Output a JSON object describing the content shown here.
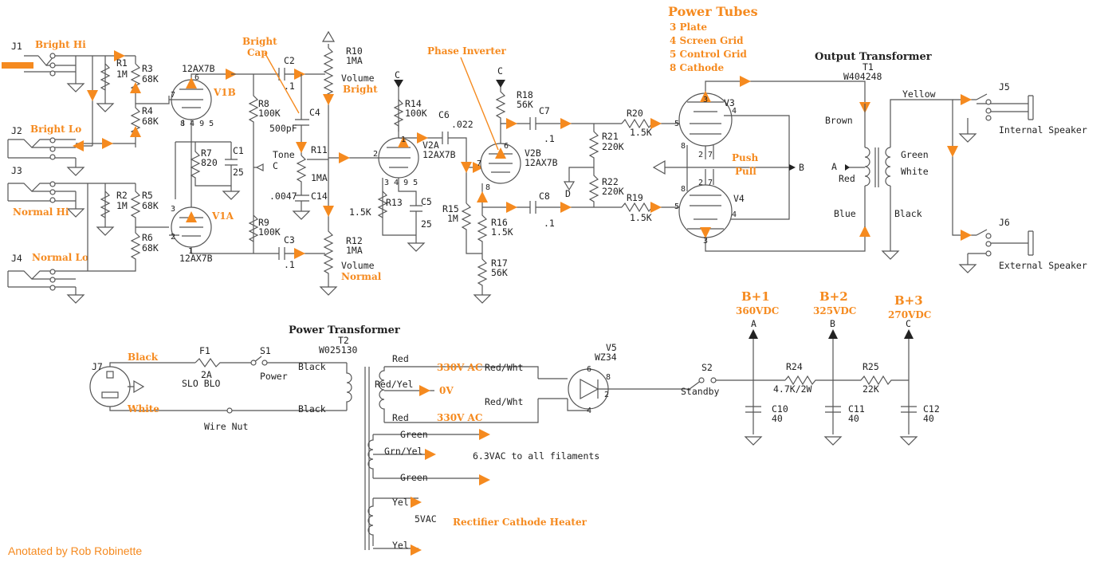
{
  "jacks": {
    "j1": "J1",
    "j2": "J2",
    "j3": "J3",
    "j4": "J4",
    "j5": "J5",
    "j6": "J6",
    "j7": "J7",
    "bright_hi": "Bright Hi",
    "bright_lo": "Bright Lo",
    "normal_hi": "Normal Hi",
    "normal_lo": "Normal Lo",
    "internal_speaker": "Internal Speaker",
    "external_speaker": "External Speaker"
  },
  "preamp": {
    "r1": "R1",
    "r1v": "1M",
    "r2": "R2",
    "r2v": "1M",
    "r3": "R3",
    "r3v": "68K",
    "r4": "R4",
    "r4v": "68K",
    "r5": "R5",
    "r5v": "68K",
    "r6": "R6",
    "r6v": "68K",
    "v1b": "V1B",
    "v1a": "V1A",
    "v1b_type": "12AX7B",
    "v1a_type": "12AX7B",
    "r7": "R7",
    "r7v": "820",
    "c1": "C1",
    "c1v": "25",
    "r8": "R8",
    "r8v": "100K",
    "r9": "R9",
    "r9v": "100K",
    "c2": "C2",
    "c2v": ".1",
    "c3": "C3",
    "c3v": ".1",
    "c4": "C4",
    "c4v": "500pF",
    "c14": "C14",
    "c14v": ".0047",
    "r10": "R10",
    "r10v": "1MA",
    "r11": "R11",
    "r11v": "1MA",
    "r12": "R12",
    "r12v": "1MA",
    "volume": "Volume",
    "volume_bright": "Bright",
    "volume_normal": "Normal",
    "tone": "Tone",
    "bright_cap_1": "Bright",
    "bright_cap_2": "Cap",
    "c_ref": "C"
  },
  "driver": {
    "v2a": "V2A",
    "v2a_type": "12AX7B",
    "v2b": "V2B",
    "v2b_type": "12AX7B",
    "r13": "R13",
    "r13v": "1.5K",
    "c5": "C5",
    "c5v": "25",
    "r14": "R14",
    "r14v": "100K",
    "c6": "C6",
    "c6v": ".022",
    "r15": "R15",
    "r15v": "1M",
    "r16": "R16",
    "r16v": "1.5K",
    "r17": "R17",
    "r17v": "56K",
    "r18": "R18",
    "r18v": "56K",
    "c7": "C7",
    "c7v": ".1",
    "c8": "C8",
    "c8v": ".1",
    "phase_inverter": "Phase Inverter",
    "c_ref": "C",
    "d_ref": "D"
  },
  "power_amp": {
    "r19": "R19",
    "r19v": "1.5K",
    "r20": "R20",
    "r20v": "1.5K",
    "r21": "R21",
    "r21v": "220K",
    "r22": "R22",
    "r22v": "220K",
    "v3": "V3",
    "v4": "V4",
    "push": "Push",
    "pull": "Pull",
    "b_ref": "B",
    "d_ref": "D",
    "power_tubes_title": "Power Tubes",
    "pin_legend": [
      "3 Plate",
      "4 Screen Grid",
      "5 Control Grid",
      "8 Cathode"
    ]
  },
  "output_transformer": {
    "title": "Output Transformer",
    "t1": "T1",
    "model": "W404248",
    "brown": "Brown",
    "red": "Red",
    "blue": "Blue",
    "a_ref": "A",
    "yellow": "Yellow",
    "green": "Green",
    "white": "White",
    "black": "Black"
  },
  "power_supply": {
    "title": "Power Transformer",
    "t2": "T2",
    "model": "W025130",
    "black_in": "Black",
    "white_in": "White",
    "f1": "F1",
    "f1v": "2A",
    "f1t": "SLO BLO",
    "s1": "S1",
    "s1t": "Power",
    "black_top": "Black",
    "black_bottom": "Black",
    "wire_nut": "Wire Nut",
    "red1": "Red",
    "red2": "Red",
    "red_yel": "Red/Yel",
    "v330a": "330V AC",
    "v330b": "330V AC",
    "v0": "0V",
    "red_wht1": "Red/Wht",
    "red_wht2": "Red/Wht",
    "green1": "Green",
    "grn_yel": "Grn/Yel",
    "green2": "Green",
    "filaments": "6.3VAC to all filaments",
    "yel1": "Yel",
    "yel2": "Yel",
    "v5vac": "5VAC",
    "rect_heater": "Rectifier Cathode Heater",
    "v5": "V5",
    "v5_type": "WZ34",
    "s2": "S2",
    "standby": "Standby",
    "r24": "R24",
    "r24v": "4.7K/2W",
    "r25": "R25",
    "r25v": "22K",
    "c10": "C10",
    "c10v": "40",
    "c11": "C11",
    "c11v": "40",
    "c12": "C12",
    "c12v": "40",
    "bp1": "B+1",
    "bp1v": "360VDC",
    "bp1n": "A",
    "bp2": "B+2",
    "bp2v": "325VDC",
    "bp2n": "B",
    "bp3": "B+3",
    "bp3v": "270VDC",
    "bp3n": "C"
  },
  "credit": "Anotated by Rob Robinette"
}
